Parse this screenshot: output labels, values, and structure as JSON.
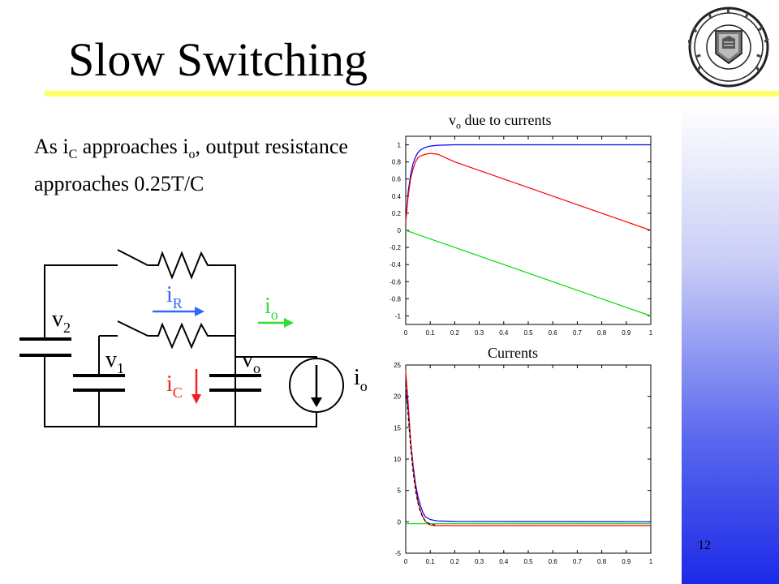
{
  "slide": {
    "title": "Slow Switching",
    "page_number": "12",
    "statement": {
      "part1": "As i",
      "sub1": "C",
      "part2": " approaches i",
      "sub2": "o",
      "part3": ", output resistance approaches 0.25T/C"
    }
  },
  "circuit": {
    "labels": {
      "v2": {
        "base": "v",
        "sub": "2"
      },
      "v1": {
        "base": "v",
        "sub": "1"
      },
      "vo": {
        "base": "v",
        "sub": "o"
      },
      "iR": {
        "base": "i",
        "sub": "R"
      },
      "io_arrow": {
        "base": "i",
        "sub": "o"
      },
      "iC": {
        "base": "i",
        "sub": "C"
      },
      "io_source": {
        "base": "i",
        "sub": "o"
      }
    },
    "colors": {
      "iR": "#3366ff",
      "io": "#33dd33",
      "iC": "#ee2222",
      "wire": "#000000"
    }
  },
  "colors": {
    "band_top": "#ffffff",
    "band_bottom": "#1c2ae8",
    "title_rule": "#ffff66"
  },
  "chart_data": [
    {
      "type": "line",
      "title_base": "v",
      "title_sub": "o",
      "title_rest": " due to currents",
      "xlim": [
        0,
        1
      ],
      "ylim": [
        -1.1,
        1.1
      ],
      "xticks": [
        "0",
        "0.1",
        "0.2",
        "0.3",
        "0.4",
        "0.5",
        "0.6",
        "0.7",
        "0.8",
        "0.9",
        "1"
      ],
      "yticks": [
        "-1",
        "-0.8",
        "-0.6",
        "-0.4",
        "-0.2",
        "0",
        "0.2",
        "0.4",
        "0.6",
        "0.8",
        "1"
      ],
      "series": [
        {
          "color": "#0000ff",
          "points": [
            [
              0,
              0.1
            ],
            [
              0.01,
              0.45
            ],
            [
              0.02,
              0.65
            ],
            [
              0.03,
              0.78
            ],
            [
              0.04,
              0.86
            ],
            [
              0.05,
              0.91
            ],
            [
              0.06,
              0.94
            ],
            [
              0.08,
              0.97
            ],
            [
              0.1,
              0.985
            ],
            [
              0.13,
              0.995
            ],
            [
              0.2,
              1.0
            ],
            [
              1.0,
              1.0
            ]
          ]
        },
        {
          "color": "#ff0000",
          "points": [
            [
              0,
              0.1
            ],
            [
              0.01,
              0.4
            ],
            [
              0.02,
              0.6
            ],
            [
              0.03,
              0.72
            ],
            [
              0.04,
              0.8
            ],
            [
              0.05,
              0.85
            ],
            [
              0.06,
              0.87
            ],
            [
              0.08,
              0.89
            ],
            [
              0.1,
              0.9
            ],
            [
              0.13,
              0.89
            ],
            [
              0.2,
              0.8
            ],
            [
              1.0,
              0.0
            ]
          ]
        },
        {
          "color": "#00dd00",
          "points": [
            [
              0,
              0.0
            ],
            [
              1.0,
              -1.0
            ]
          ]
        }
      ]
    },
    {
      "type": "line",
      "title": "Currents",
      "xlim": [
        0,
        1
      ],
      "ylim": [
        -5,
        25
      ],
      "xticks": [
        "0",
        "0.1",
        "0.2",
        "0.3",
        "0.4",
        "0.5",
        "0.6",
        "0.7",
        "0.8",
        "0.9",
        "1"
      ],
      "yticks": [
        "-5",
        "0",
        "5",
        "10",
        "15",
        "20",
        "25"
      ],
      "series": [
        {
          "color": "#0000ff",
          "points": [
            [
              0,
              21
            ],
            [
              0.01,
              18
            ],
            [
              0.02,
              13
            ],
            [
              0.03,
              9
            ],
            [
              0.04,
              6
            ],
            [
              0.05,
              4
            ],
            [
              0.06,
              2.6
            ],
            [
              0.07,
              1.5
            ],
            [
              0.08,
              0.8
            ],
            [
              0.1,
              0.35
            ],
            [
              0.13,
              0.15
            ],
            [
              0.2,
              0.05
            ],
            [
              1.0,
              0.0
            ]
          ]
        },
        {
          "color": "#ff0000",
          "points": [
            [
              0,
              24
            ],
            [
              0.01,
              19
            ],
            [
              0.02,
              13
            ],
            [
              0.03,
              8.5
            ],
            [
              0.04,
              5.5
            ],
            [
              0.05,
              3.2
            ],
            [
              0.06,
              1.8
            ],
            [
              0.07,
              0.8
            ],
            [
              0.08,
              0.1
            ],
            [
              0.09,
              -0.3
            ],
            [
              0.1,
              -0.5
            ],
            [
              0.12,
              -0.6
            ],
            [
              1.0,
              -0.6
            ]
          ]
        },
        {
          "color": "#00dd00",
          "points": [
            [
              0,
              -0.3
            ],
            [
              1.0,
              -0.3
            ]
          ]
        },
        {
          "color": "#000000",
          "dashed": true,
          "points": [
            [
              0,
              22
            ],
            [
              0.01,
              17
            ],
            [
              0.02,
              12
            ],
            [
              0.03,
              8
            ],
            [
              0.04,
              5
            ],
            [
              0.05,
              3
            ],
            [
              0.06,
              1.6
            ],
            [
              0.07,
              0.7
            ],
            [
              0.08,
              0.1
            ],
            [
              0.1,
              -0.4
            ],
            [
              0.12,
              -0.5
            ]
          ]
        }
      ]
    }
  ]
}
